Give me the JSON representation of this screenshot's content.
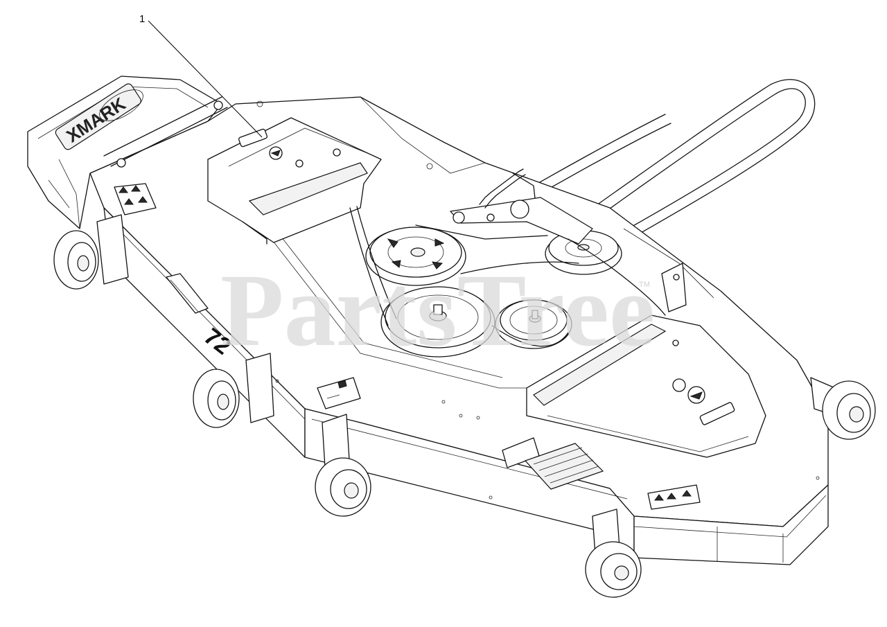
{
  "diagram": {
    "callouts": [
      {
        "number": "1"
      }
    ],
    "watermark": {
      "text": "PartsTree",
      "trademark": "TM"
    },
    "deck_size_label": "72",
    "brand_logo_text": "XMARK",
    "colors": {
      "line": "#111111",
      "watermark": "#d9d9d9",
      "background": "#ffffff"
    }
  }
}
